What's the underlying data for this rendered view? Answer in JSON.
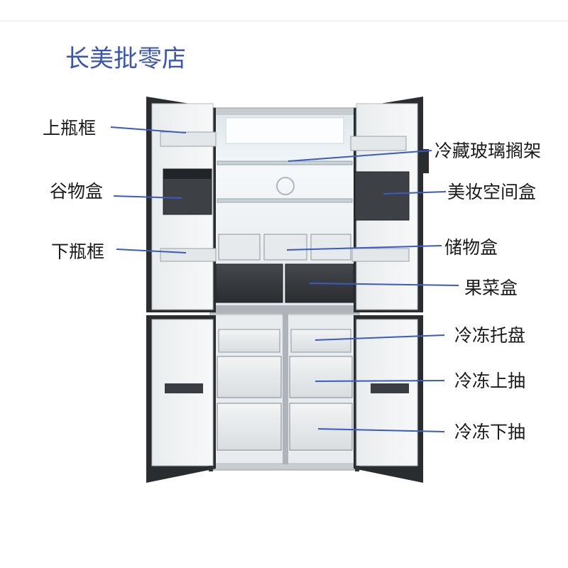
{
  "store_title": "长美批零店",
  "title_color": "#3b55b4",
  "leader_color": "#3b5bbf",
  "labels": {
    "upper_bottle_rack": "上瓶框",
    "grain_box": "谷物盒",
    "lower_bottle_rack": "下瓶框",
    "glass_shelf": "冷藏玻璃搁架",
    "cosmetics_box": "美妆空间盒",
    "storage_box": "储物盒",
    "crisper_box": "果菜盒",
    "freezer_tray": "冷冻托盘",
    "freezer_upper_drawer": "冷冻上抽",
    "freezer_lower_drawer": "冷冻下抽"
  }
}
